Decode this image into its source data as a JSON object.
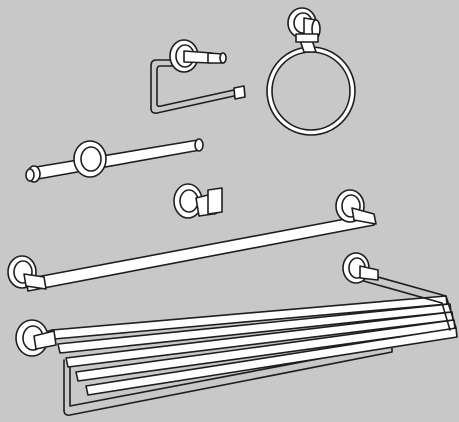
{
  "illustration": {
    "subject": "bathroom-accessory-set",
    "items": [
      {
        "name": "toilet-paper-holder"
      },
      {
        "name": "towel-ring"
      },
      {
        "name": "spare-roll-holder"
      },
      {
        "name": "robe-hook"
      },
      {
        "name": "towel-bar"
      },
      {
        "name": "towel-shelf-rack"
      }
    ]
  },
  "colors": {
    "background": "#c8c8c8",
    "fill": "#ffffff",
    "stroke": "#1e1e1e"
  }
}
